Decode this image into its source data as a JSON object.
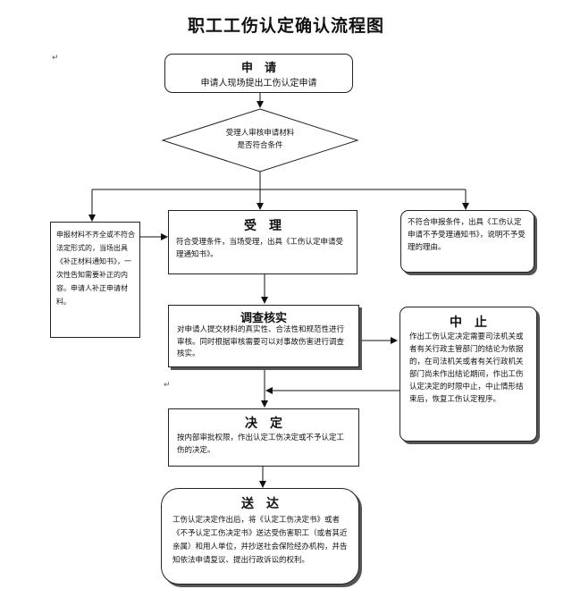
{
  "title": "职工工伤认定确认流程图",
  "apply": {
    "heading": "申　请",
    "text": "申请人现场提出工伤认定申请"
  },
  "decision": {
    "line1": "受理人审核申请材料",
    "line2": "是否符合条件"
  },
  "left": {
    "text": "申报材料不齐全或不符合法定形式的，当场出具《补正材料通知书》，一次性告知需要补正的内容。申请人补正申请材料。"
  },
  "accept": {
    "heading": "受　理",
    "text": "符合受理条件，当场受理，出具《工伤认定申请受理通知书》。"
  },
  "reject": {
    "text": "不符合申报条件，出具《工伤认定申请不予受理通知书》，说明不予受理的理由。"
  },
  "investigate": {
    "heading": "调查核实",
    "text": "对申请人提交材料的真实性、合法性和规范性进行审核。同时根据审核需要可以对事故伤害进行调查核实。"
  },
  "suspend": {
    "heading": "中　止",
    "text": "作出工伤认定决定需要司法机关或者有关行政主管部门的结论为依据的，在司法机关或者有关行政机关部门尚未作出结论期间，作出工伤认定决定的时限中止，中止情形结束后，恢复工伤认定程序。"
  },
  "decide": {
    "heading": "决　定",
    "text": "按内部审批权限，作出认定工伤决定或不予认定工伤的决定。"
  },
  "deliver": {
    "heading": "送　达",
    "text": "工伤认定决定作出后，将《认定工伤决定书》或者《不予认定工伤决定书》送达受伤害职工（或者其近亲属）和用人单位，并抄送社会保险经办机构，并告知依法申请复议、提出行政诉讼的权利。"
  }
}
